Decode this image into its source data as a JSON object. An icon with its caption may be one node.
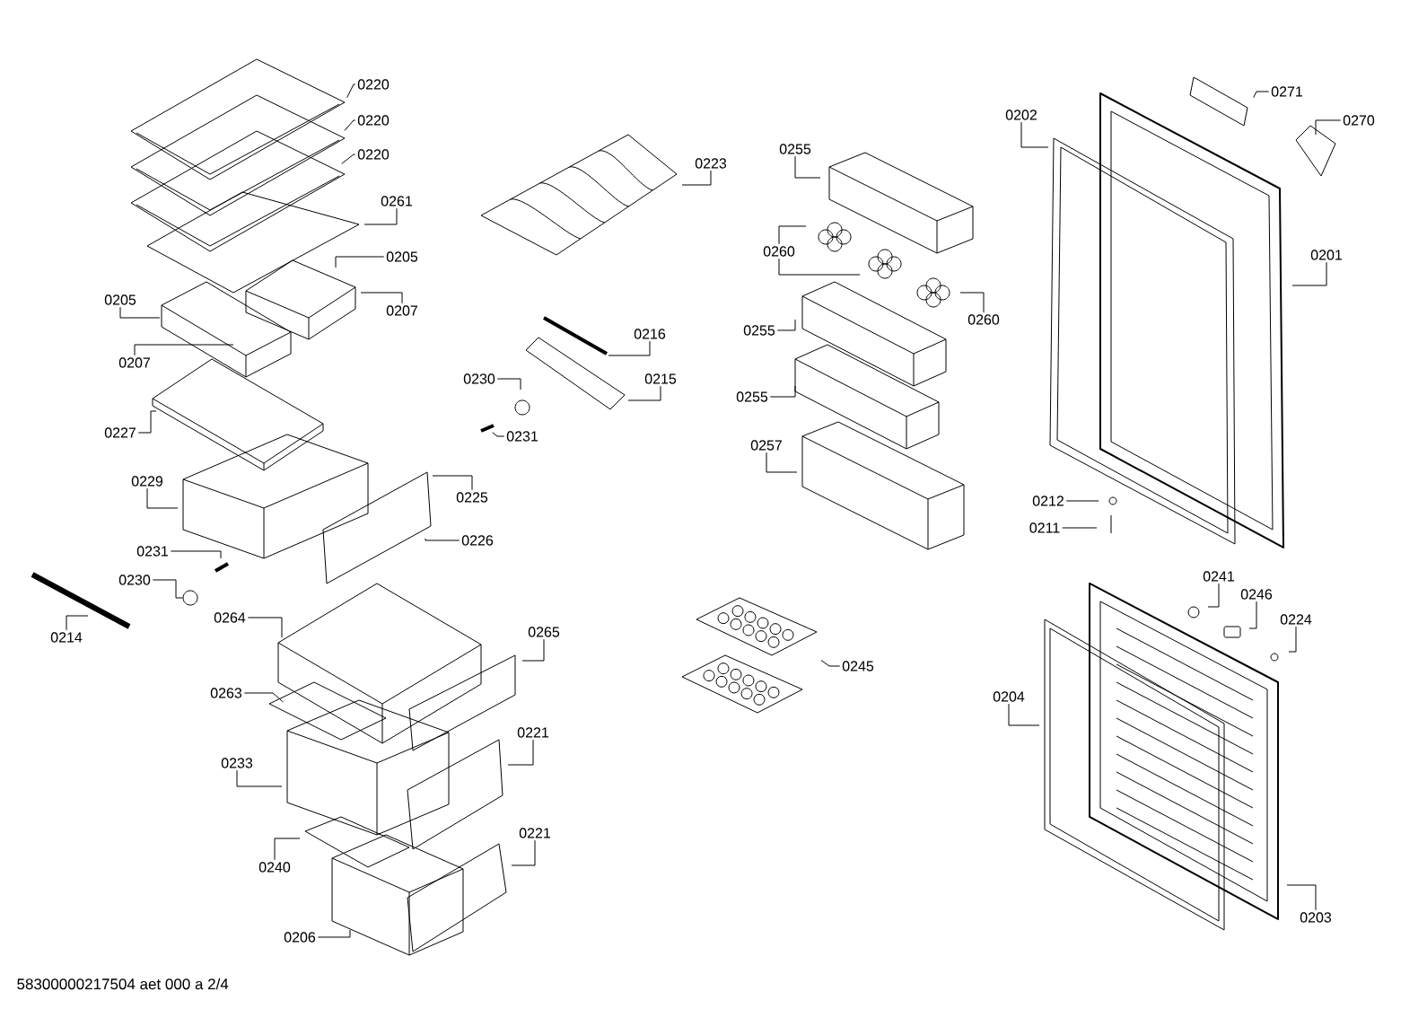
{
  "diagram": {
    "nodes": [
      {
        "text": [
          "0220"
        ]
      },
      {
        "text": [
          "0220"
        ]
      },
      {
        "text": [
          "0220"
        ]
      },
      {
        "text": [
          "0261"
        ]
      },
      {
        "text": [
          "0205"
        ]
      },
      {
        "text": [
          "0205"
        ]
      },
      {
        "text": [
          "0207"
        ]
      },
      {
        "text": [
          "0207"
        ]
      },
      {
        "text": [
          "0227"
        ]
      },
      {
        "text": [
          "0229"
        ]
      },
      {
        "text": [
          "0225"
        ]
      },
      {
        "text": [
          "0226"
        ]
      },
      {
        "text": [
          "0231"
        ]
      },
      {
        "text": [
          "0230"
        ]
      },
      {
        "text": [
          "0214"
        ]
      },
      {
        "text": [
          "0264"
        ]
      },
      {
        "text": [
          "0263"
        ]
      },
      {
        "text": [
          "0233"
        ]
      },
      {
        "text": [
          "0240"
        ]
      },
      {
        "text": [
          "0206"
        ]
      },
      {
        "text": [
          "0265"
        ]
      },
      {
        "text": [
          "0221"
        ]
      },
      {
        "text": [
          "0221"
        ]
      },
      {
        "text": [
          "0223"
        ]
      },
      {
        "text": [
          "0216"
        ]
      },
      {
        "text": [
          "0215"
        ]
      },
      {
        "text": [
          "0230"
        ]
      },
      {
        "text": [
          "0231"
        ]
      },
      {
        "text": [
          "0255"
        ]
      },
      {
        "text": [
          "0260"
        ]
      },
      {
        "text": [
          "0260"
        ]
      },
      {
        "text": [
          "0255"
        ]
      },
      {
        "text": [
          "0255"
        ]
      },
      {
        "text": [
          "0257"
        ]
      },
      {
        "text": [
          "0245"
        ]
      },
      {
        "text": [
          "0271"
        ]
      },
      {
        "text": [
          "0270"
        ]
      },
      {
        "text": [
          "0202"
        ]
      },
      {
        "text": [
          "0201"
        ]
      },
      {
        "text": [
          "0212"
        ]
      },
      {
        "text": [
          "0211"
        ]
      },
      {
        "text": [
          "0241"
        ]
      },
      {
        "text": [
          "0246"
        ]
      },
      {
        "text": [
          "0224"
        ]
      },
      {
        "text": [
          "0204"
        ]
      },
      {
        "text": [
          "0203"
        ]
      },
      {
        "text": [],
        "shape": "circle"
      }
    ],
    "edges": [
      {
        "from": 0,
        "to": null,
        "arrow": "none"
      },
      {
        "from": 1,
        "to": null,
        "arrow": "none"
      },
      {
        "from": 2,
        "to": null,
        "arrow": "none"
      },
      {
        "from": 3,
        "to": null,
        "arrow": "none"
      },
      {
        "from": 4,
        "to": null,
        "arrow": "none"
      },
      {
        "from": 5,
        "to": null,
        "arrow": "none"
      },
      {
        "from": 6,
        "to": null,
        "arrow": "none"
      },
      {
        "from": 7,
        "to": null,
        "arrow": "none"
      },
      {
        "from": 8,
        "to": null,
        "arrow": "none"
      },
      {
        "from": 9,
        "to": null,
        "arrow": "none"
      },
      {
        "from": 10,
        "to": null,
        "arrow": "none"
      },
      {
        "from": 11,
        "to": null,
        "arrow": "none"
      },
      {
        "from": 12,
        "to": null,
        "arrow": "none"
      },
      {
        "from": 13,
        "to": 46,
        "arrow": "none"
      },
      {
        "from": 14,
        "to": null,
        "arrow": "none"
      },
      {
        "from": 15,
        "to": null,
        "arrow": "none"
      },
      {
        "from": 16,
        "to": null,
        "arrow": "none"
      },
      {
        "from": 17,
        "to": null,
        "arrow": "none"
      },
      {
        "from": 18,
        "to": null,
        "arrow": "none"
      },
      {
        "from": 19,
        "to": null,
        "arrow": "none"
      },
      {
        "from": 20,
        "to": null,
        "arrow": "none"
      },
      {
        "from": 21,
        "to": null,
        "arrow": "none"
      },
      {
        "from": 22,
        "to": null,
        "arrow": "none"
      },
      {
        "from": 23,
        "to": null,
        "arrow": "none"
      },
      {
        "from": 24,
        "to": null,
        "arrow": "none"
      },
      {
        "from": 25,
        "to": null,
        "arrow": "none"
      },
      {
        "from": 26,
        "to": null,
        "arrow": "none"
      },
      {
        "from": 27,
        "to": null,
        "arrow": "none"
      },
      {
        "from": 28,
        "to": null,
        "arrow": "none"
      },
      {
        "from": 29,
        "to": null,
        "arrow": "none"
      },
      {
        "from": 29,
        "to": null,
        "arrow": "none"
      },
      {
        "from": 30,
        "to": null,
        "arrow": "none"
      },
      {
        "from": 31,
        "to": null,
        "arrow": "none"
      },
      {
        "from": 32,
        "to": null,
        "arrow": "none"
      },
      {
        "from": 33,
        "to": null,
        "arrow": "none"
      },
      {
        "from": 34,
        "to": null,
        "arrow": "none"
      },
      {
        "from": 35,
        "to": null,
        "arrow": "none"
      },
      {
        "from": 36,
        "to": null,
        "arrow": "none"
      },
      {
        "from": 37,
        "to": null,
        "arrow": "none"
      },
      {
        "from": 38,
        "to": null,
        "arrow": "none"
      },
      {
        "from": 39,
        "to": null,
        "arrow": "none"
      },
      {
        "from": 40,
        "to": null,
        "arrow": "none"
      },
      {
        "from": 41,
        "to": null,
        "arrow": "none"
      },
      {
        "from": 42,
        "to": null,
        "arrow": "none"
      },
      {
        "from": 43,
        "to": null,
        "arrow": "none"
      },
      {
        "from": 44,
        "to": null,
        "arrow": "none"
      },
      {
        "from": 45,
        "to": null,
        "arrow": "none"
      }
    ],
    "labels": [
      "58300000217504 aet 000 a 2/4"
    ]
  }
}
